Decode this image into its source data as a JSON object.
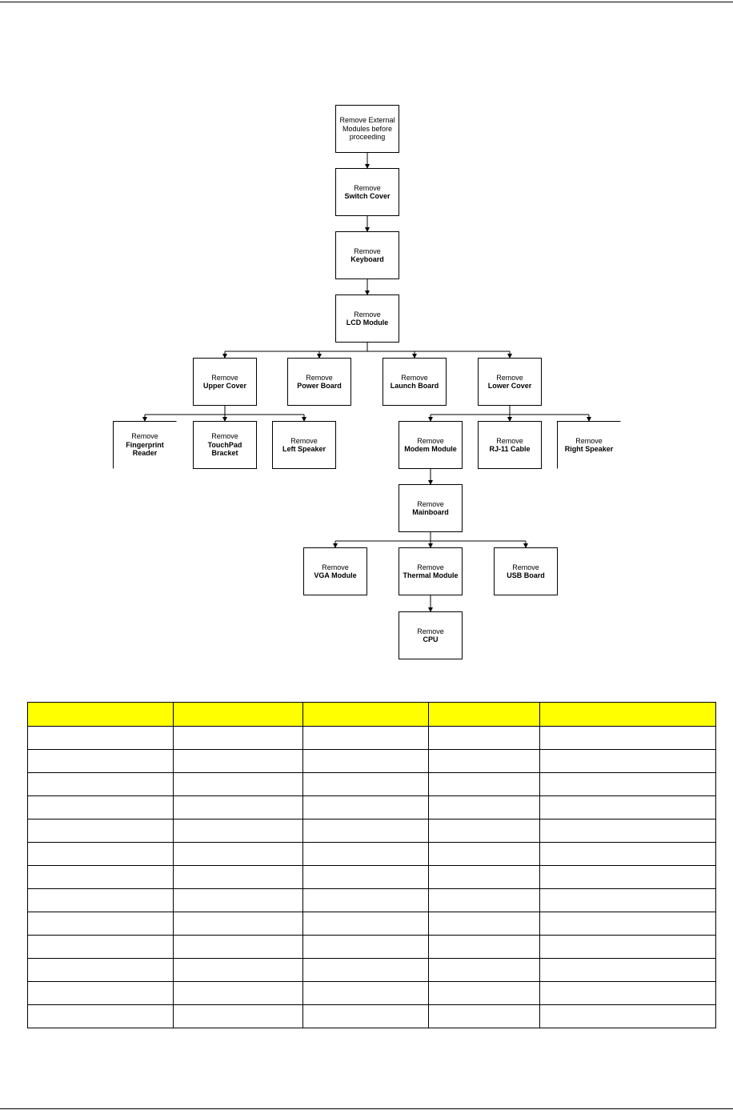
{
  "diagram": {
    "nodes": [
      {
        "id": "external",
        "lines": [
          "Remove External",
          "Modules before",
          "proceeding"
        ],
        "plain": true
      },
      {
        "id": "switch-cover",
        "lines": [
          "Remove",
          "Switch Cover"
        ]
      },
      {
        "id": "keyboard",
        "lines": [
          "Remove",
          "Keyboard"
        ]
      },
      {
        "id": "lcd-module",
        "lines": [
          "Remove",
          "LCD Module"
        ]
      },
      {
        "id": "upper-cover",
        "lines": [
          "Remove",
          "Upper Cover"
        ]
      },
      {
        "id": "power-board",
        "lines": [
          "Remove",
          "Power Board"
        ]
      },
      {
        "id": "launch-board",
        "lines": [
          "Remove",
          "Launch Board"
        ]
      },
      {
        "id": "lower-cover",
        "lines": [
          "Remove",
          "Lower Cover"
        ]
      },
      {
        "id": "fingerprint-reader",
        "lines": [
          "Remove",
          "Fingerprint",
          "Reader"
        ]
      },
      {
        "id": "touchpad-bracket",
        "lines": [
          "Remove",
          "TouchPad",
          "Bracket"
        ]
      },
      {
        "id": "left-speaker",
        "lines": [
          "Remove",
          "Left Speaker"
        ]
      },
      {
        "id": "modem-module",
        "lines": [
          "Remove",
          "Modem Module"
        ]
      },
      {
        "id": "rj11-cable",
        "lines": [
          "Remove",
          "RJ-11 Cable"
        ]
      },
      {
        "id": "right-speaker",
        "lines": [
          "Remove",
          "Right Speaker"
        ]
      },
      {
        "id": "mainboard",
        "lines": [
          "Remove",
          "Mainboard"
        ]
      },
      {
        "id": "vga-module",
        "lines": [
          "Remove",
          "VGA Module"
        ]
      },
      {
        "id": "thermal-module",
        "lines": [
          "Remove",
          "Thermal Module"
        ]
      },
      {
        "id": "usb-board",
        "lines": [
          "Remove",
          "USB Board"
        ]
      },
      {
        "id": "cpu",
        "lines": [
          "Remove",
          "CPU"
        ]
      }
    ],
    "edges": [
      [
        "external",
        "switch-cover"
      ],
      [
        "switch-cover",
        "keyboard"
      ],
      [
        "keyboard",
        "lcd-module"
      ],
      [
        "lcd-module",
        "upper-cover"
      ],
      [
        "lcd-module",
        "power-board"
      ],
      [
        "lcd-module",
        "launch-board"
      ],
      [
        "lcd-module",
        "lower-cover"
      ],
      [
        "upper-cover",
        "fingerprint-reader"
      ],
      [
        "upper-cover",
        "touchpad-bracket"
      ],
      [
        "upper-cover",
        "left-speaker"
      ],
      [
        "lower-cover",
        "modem-module"
      ],
      [
        "lower-cover",
        "rj11-cable"
      ],
      [
        "lower-cover",
        "right-speaker"
      ],
      [
        "modem-module",
        "mainboard"
      ],
      [
        "mainboard",
        "vga-module"
      ],
      [
        "mainboard",
        "thermal-module"
      ],
      [
        "mainboard",
        "usb-board"
      ],
      [
        "thermal-module",
        "cpu"
      ]
    ]
  },
  "table": {
    "headers": [
      "",
      "",
      "",
      "",
      ""
    ],
    "rows": [
      [
        "",
        "",
        "",
        "",
        ""
      ],
      [
        "",
        "",
        "",
        "",
        ""
      ],
      [
        "",
        "",
        "",
        "",
        ""
      ],
      [
        "",
        "",
        "",
        "",
        ""
      ],
      [
        "",
        "",
        "",
        "",
        ""
      ],
      [
        "",
        "",
        "",
        "",
        ""
      ],
      [
        "",
        "",
        "",
        "",
        ""
      ],
      [
        "",
        "",
        "",
        "",
        ""
      ],
      [
        "",
        "",
        "",
        "",
        ""
      ],
      [
        "",
        "",
        "",
        "",
        ""
      ],
      [
        "",
        "",
        "",
        "",
        ""
      ],
      [
        "",
        "",
        "",
        "",
        ""
      ],
      [
        "",
        "",
        "",
        "",
        ""
      ]
    ]
  }
}
